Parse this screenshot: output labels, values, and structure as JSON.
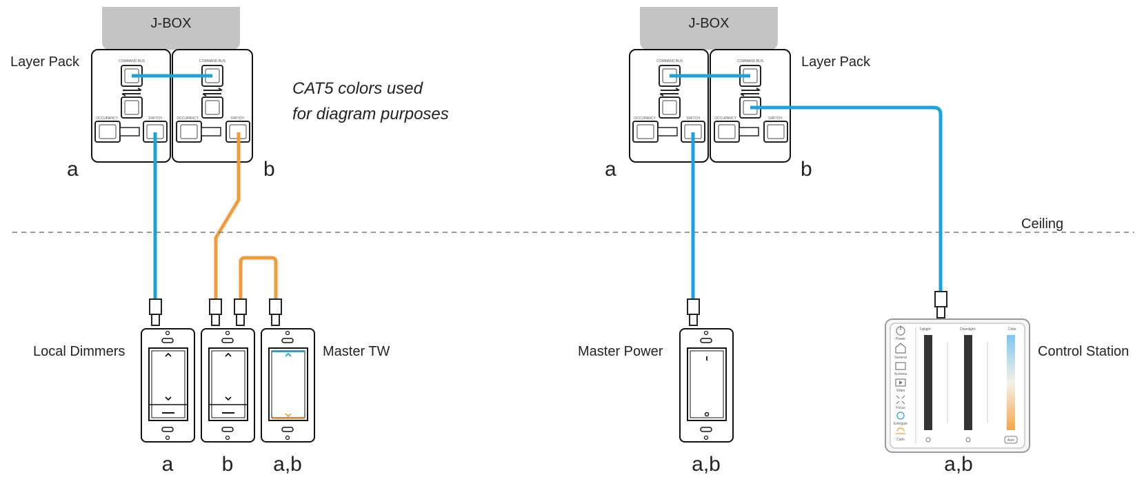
{
  "jbox_label": "J-BOX",
  "layer_pack_label": "Layer Pack",
  "cat5_note": {
    "line1": "CAT5 colors used",
    "line2": "for diagram purposes"
  },
  "ceiling_label": "Ceiling",
  "port_labels": {
    "command_bus": "COMMAND BUS",
    "occupancy": "OCCUPANCY",
    "switch": "SWITCH"
  },
  "letters": {
    "a": "a",
    "b": "b"
  },
  "left_group": {
    "device_label_left": "Local Dimmers",
    "device_label_right": "Master TW",
    "captions": [
      "a",
      "b",
      "a,b"
    ]
  },
  "right_group": {
    "master_power_label": "Master Power",
    "control_station_label": "Control Station",
    "captions": [
      "a,b",
      "a,b"
    ]
  },
  "control_station_ui": {
    "menu": [
      "Power",
      "General",
      "Screens",
      "Video",
      "Focus",
      "Energize",
      "Calm"
    ],
    "sliders": [
      "Uplight",
      "Downlight",
      "Color"
    ],
    "auto": "Auto"
  },
  "colors": {
    "cable_blue": "#1aa3dc",
    "cable_orange": "#f59a3b",
    "jbox_gray": "#c4c4c4"
  }
}
